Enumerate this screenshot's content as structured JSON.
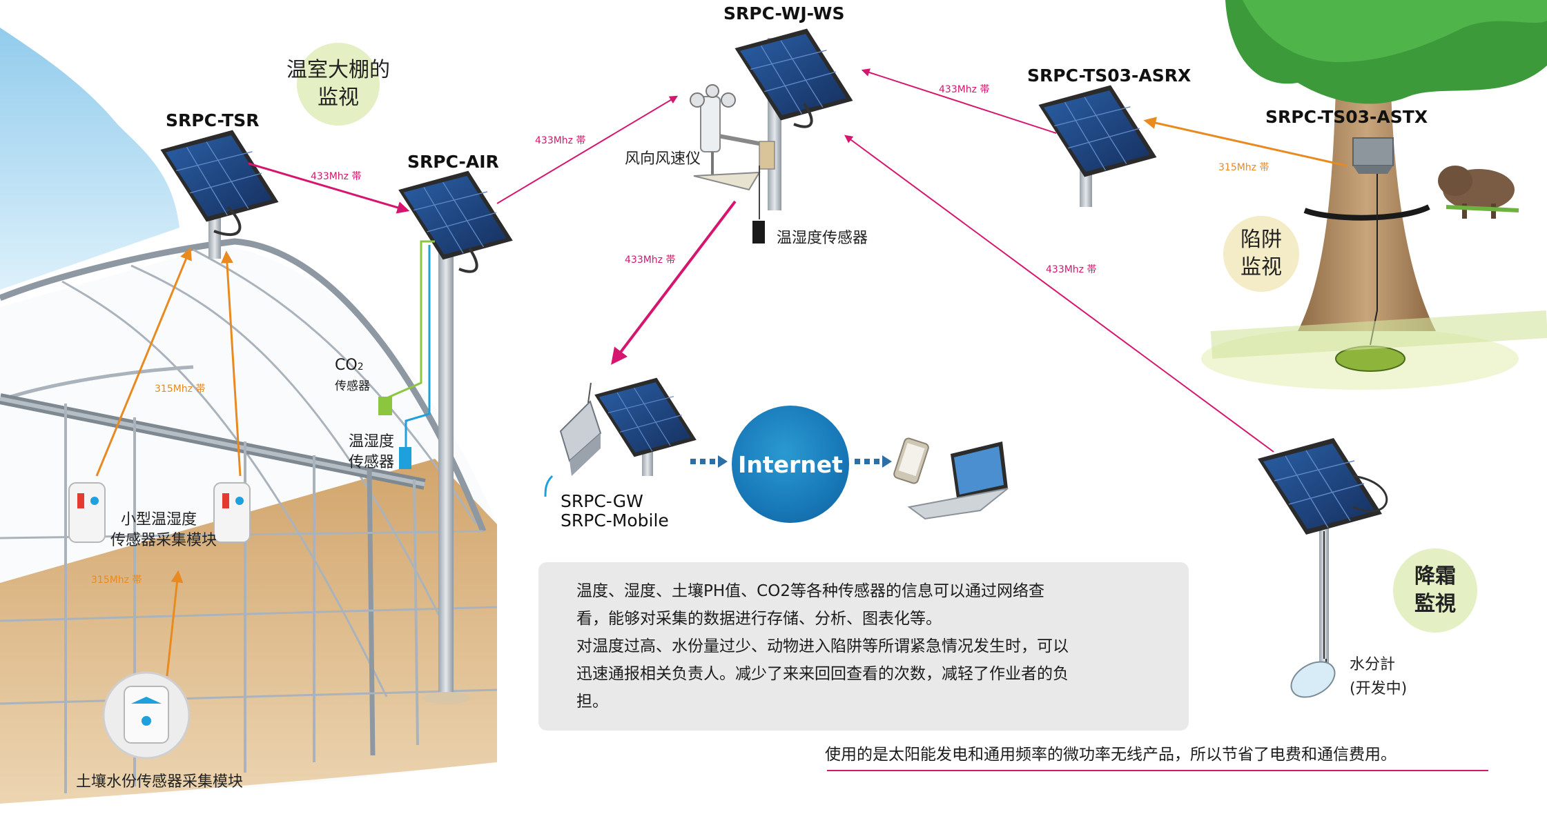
{
  "devices": {
    "tsr": "SRPC-TSR",
    "air": "SRPC-AIR",
    "wjws": "SRPC-WJ-WS",
    "asrx": "SRPC-TS03-ASRX",
    "astx": "SRPC-TS03-ASTX",
    "gw": "SRPC-GW",
    "mobile": "SRPC-Mobile"
  },
  "bubbles": {
    "greenhouse": "温室大棚的\n监视",
    "trap": "陷阱\n监视",
    "frost": "降霜\n監視"
  },
  "frequency": {
    "f433": "433Mhz 帯",
    "f315": "315Mhz 帯"
  },
  "labels": {
    "anemometer": "风向风速仪",
    "temp_humidity_sensor": "温湿度传感器",
    "co2_main": "CO",
    "co2_sub": "2",
    "co2_sensor": "传感器",
    "gh_sensor_line1": "温湿度",
    "gh_sensor_line2": "传感器",
    "small_module_line1": "小型温湿度",
    "small_module_line2": "传感器采集模块",
    "soil_module": "土壤水份传感器采集模块",
    "water_meter": "水分計",
    "in_development": "(开发中)",
    "internet": "Internet"
  },
  "info_lines": [
    "温度、湿度、土壤PH值、CO2等各种传感器的信息可以通过网络查",
    "看，能够对采集的数据进行存储、分析、图表化等。",
    "对温度过高、水份量过少、动物进入陷阱等所谓紧急情况发生时，可以",
    "迅速通报相关负责人。减少了来来回回查看的次数，减轻了作业者的负",
    "担。"
  ],
  "footer": "使用的是太阳能发电和通用频率的微功率无线产品，所以节省了电费和通信费用。",
  "colors": {
    "magenta": "#d6156f",
    "orange": "#e88a1f",
    "panel_blue": "#1f3e78",
    "bubble_green": "#e4efc4",
    "bubble_beige": "#f3ecc7",
    "info_bg": "#e9e9e9",
    "internet_blue": "#1878b8"
  }
}
